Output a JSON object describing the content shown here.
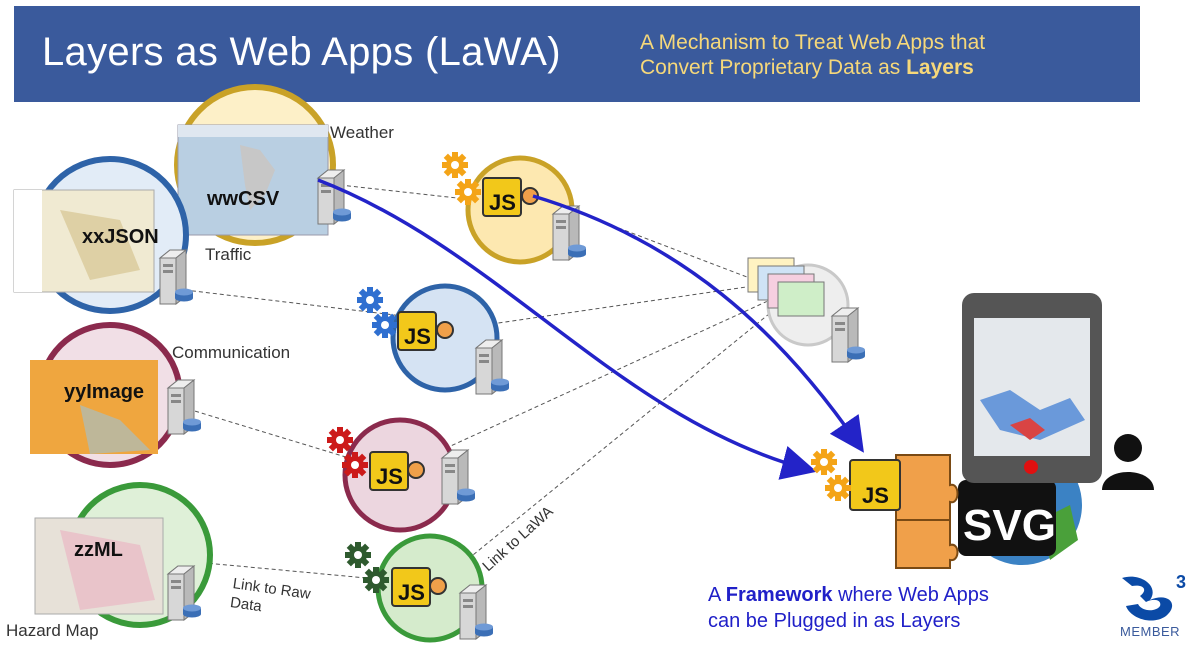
{
  "header": {
    "title": "Layers as Web Apps (LaWA)",
    "subtitle_line1": "A Mechanism to Treat Web Apps that",
    "subtitle_line2_prefix": "Convert Proprietary Data as ",
    "subtitle_line2_bold": "Layers"
  },
  "sources": {
    "weather": {
      "label": "Weather",
      "format": "wwCSV"
    },
    "traffic": {
      "label": "Traffic",
      "format": "xxJSON"
    },
    "communication": {
      "label": "Communication",
      "format": "yyImage"
    },
    "hazard": {
      "label": "Hazard Map",
      "format": "zzML"
    }
  },
  "js_label": "JS",
  "svg_label": "SVG",
  "links": {
    "raw_line1": "Link to Raw",
    "raw_line2": "Data",
    "lawa": "Link to LaWA"
  },
  "footer": {
    "line1_prefix": "A ",
    "line1_bold": "Framework",
    "line1_suffix": " where Web Apps",
    "line2": "can be Plugged in as Layers"
  },
  "member": {
    "label": "MEMBER"
  },
  "colors": {
    "banner": "#3a5a9c",
    "subtitle": "#f6d87a",
    "weather": "#c9a227",
    "traffic": "#2e63a8",
    "communication": "#8b2a4d",
    "hazard": "#3a9a3a",
    "js_box": "#f2c81a",
    "arrow": "#2323c8",
    "puzzle": "#f0a04a"
  }
}
